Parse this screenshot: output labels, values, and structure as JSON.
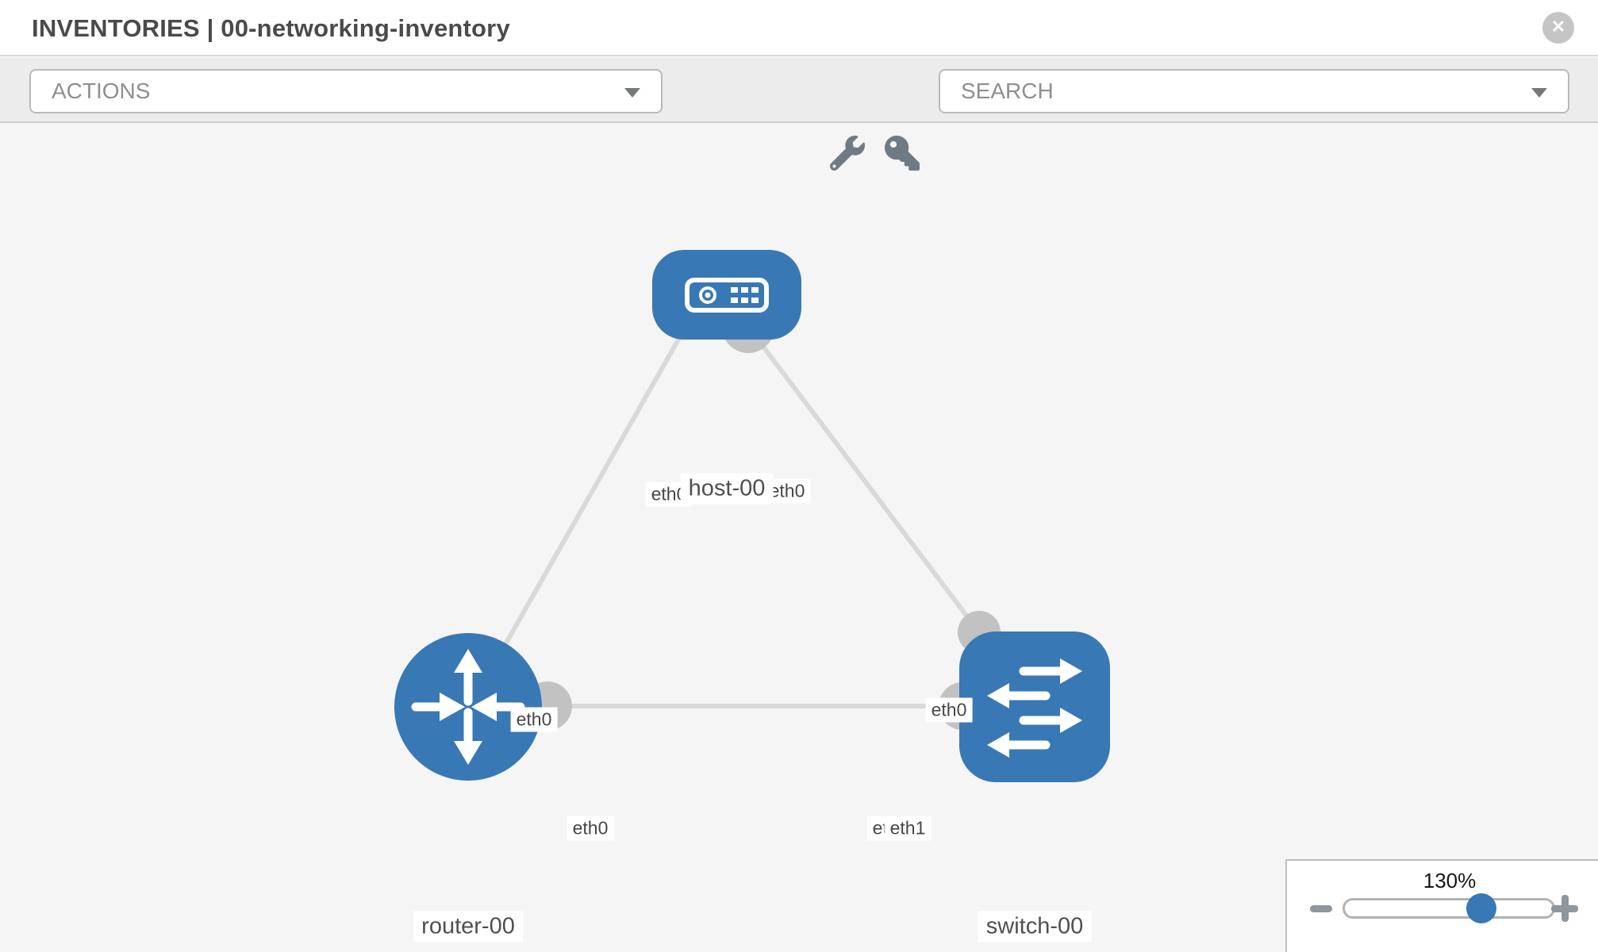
{
  "header": {
    "title": "INVENTORIES | 00-networking-inventory"
  },
  "toolbar": {
    "actions_dropdown": {
      "label": "ACTIONS",
      "icon": "chevron-down-icon"
    },
    "search_dropdown": {
      "label": "SEARCH",
      "icon": "chevron-down-icon"
    },
    "buttons": [
      {
        "icon": "wrench-icon"
      },
      {
        "icon": "key-icon"
      }
    ]
  },
  "diagram": {
    "nodes": [
      {
        "name": "host-00",
        "type": "host",
        "shape": "rounded-rect",
        "icon": "host-icon"
      },
      {
        "name": "router-00",
        "type": "router",
        "shape": "circle",
        "icon": "router-arrows-icon"
      },
      {
        "name": "switch-00",
        "type": "switch",
        "shape": "rounded-square",
        "icon": "switch-arrows-icon"
      }
    ],
    "links": [
      {
        "from": "host-00",
        "from_interface": "eth0",
        "to": "router-00",
        "to_interface": "eth0"
      },
      {
        "from": "host-00",
        "from_interface": "eth0",
        "to": "switch-00",
        "to_interface": "eth0"
      },
      {
        "from": "router-00",
        "from_interface": "eth0",
        "to": "switch-00",
        "to_interface": "eth1"
      }
    ],
    "interface_labels": [
      {
        "text": "eth0",
        "link": "host-00 - router-00",
        "end": "host-00"
      },
      {
        "text": "eth0",
        "link": "host-00 - switch-00",
        "end": "host-00"
      },
      {
        "text": "eth0",
        "link": "host-00 - router-00",
        "end": "router-00"
      },
      {
        "text": "eth0",
        "link": "router-00 - switch-00",
        "end": "router-00"
      },
      {
        "text": "eth0",
        "link": "host-00 - switch-00",
        "end": "switch-00"
      },
      {
        "text": "eth1",
        "link": "router-00 - switch-00",
        "end": "switch-00",
        "occluded": true
      },
      {
        "text": "eth1",
        "link": "router-00 - switch-00",
        "end": "switch-00"
      }
    ]
  },
  "zoom_control": {
    "level": "130%",
    "decrease_icon": "minus-icon",
    "increase_icon": "plus-icon"
  },
  "colors": {
    "node_blue": "#3878b5",
    "link_gray": "#d9d9d9",
    "endpoint_gray": "#c2c2c2",
    "toolbar_bg": "#ececec",
    "canvas_bg": "#f5f5f5",
    "icon_gray": "#6e7a84"
  }
}
